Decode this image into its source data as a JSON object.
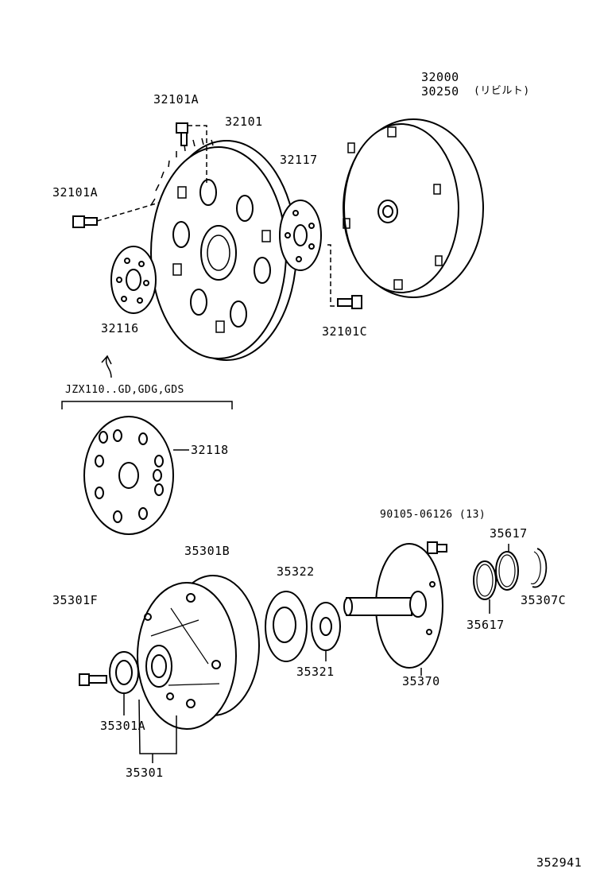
{
  "labels": {
    "p32101A_top": "32101A",
    "p32101": "32101",
    "p32000": "32000",
    "p30250": "30250",
    "p30250_note": "(リビルト)",
    "p32101A_left": "32101A",
    "p32117": "32117",
    "p32116": "32116",
    "p32101C": "32101C",
    "variant_note": "JZX110..GD,GDG,GDS",
    "p32118": "32118",
    "p90105": "90105-06126 (13)",
    "p35617_top": "35617",
    "p35301B": "35301B",
    "p35322": "35322",
    "p35301F": "35301F",
    "p35617_bottom": "35617",
    "p35307C": "35307C",
    "p35321": "35321",
    "p35370": "35370",
    "p35301A": "35301A",
    "p35301": "35301",
    "diagram_number": "352941"
  },
  "colors": {
    "line": "#000000",
    "background": "#ffffff"
  }
}
